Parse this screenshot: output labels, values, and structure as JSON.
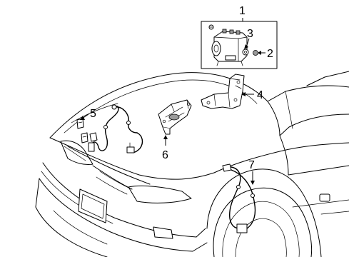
{
  "callouts": [
    {
      "id": "1",
      "label": "1"
    },
    {
      "id": "2",
      "label": "2"
    },
    {
      "id": "3",
      "label": "3"
    },
    {
      "id": "4",
      "label": "4"
    },
    {
      "id": "5",
      "label": "5"
    },
    {
      "id": "6",
      "label": "6"
    },
    {
      "id": "7",
      "label": "7"
    }
  ],
  "colors": {
    "line": "#000000",
    "background": "#ffffff",
    "shade": "#9a9a9a"
  }
}
